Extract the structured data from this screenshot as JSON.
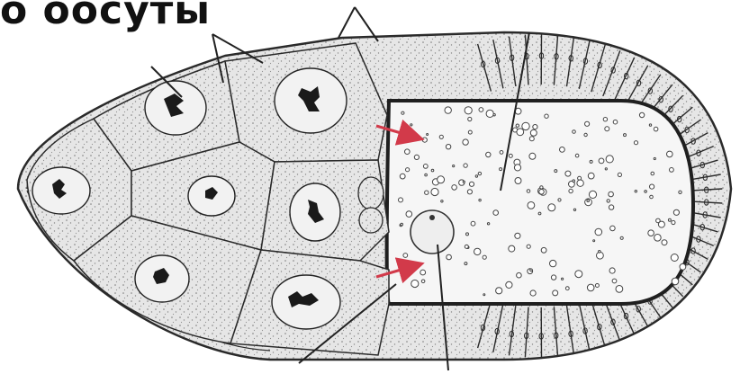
{
  "caption": "о оосуты",
  "colors": {
    "ink": "#2a2a2a",
    "cell_fill": "#e4e4e4",
    "egg_fill": "#f4f4f4",
    "arrow": "#d23a4a",
    "background": "#ffffff"
  },
  "icons": [
    "nurse-cell",
    "oocyte",
    "oocyte-nucleus",
    "follicle-epithelium",
    "transport-arrow",
    "label-leader-line"
  ]
}
